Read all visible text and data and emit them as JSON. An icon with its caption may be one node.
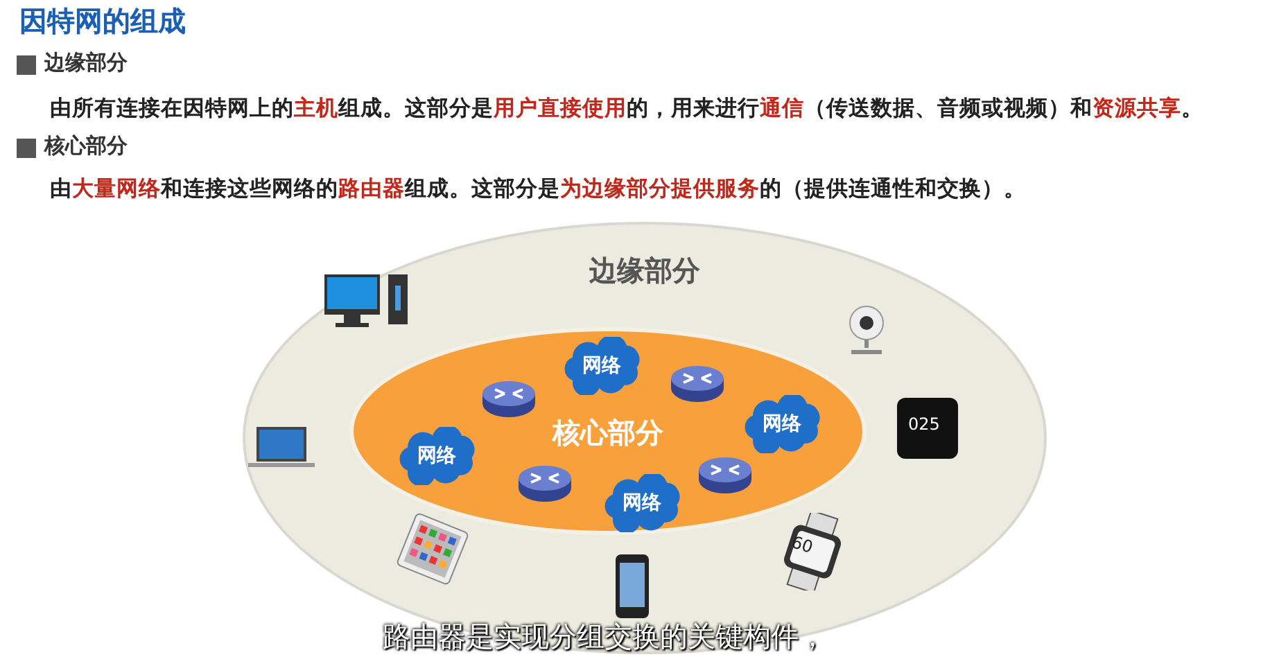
{
  "diagram": {
    "title": "因特网的组成",
    "nodes": [
      {
        "text": [
          "边缘部分"
        ]
      },
      {
        "text": [
          "核心部分"
        ],
        "in": 0
      },
      {
        "text": [
          "网络"
        ],
        "in": 1
      },
      {
        "text": [
          "网络"
        ],
        "in": 1
      },
      {
        "text": [
          "网络"
        ],
        "in": 1
      },
      {
        "text": [
          "网络"
        ],
        "in": 1
      }
    ],
    "labels": [
      "边缘部分",
      "由所有连接在因特网上的**主机**组成。这部分是**用户直接使用**的，用来进行**通信**（传送数据、音频或视频）和**资源共享**。",
      "核心部分",
      "由**大量网络**和连接这些网络的**路由器**组成。这部分是**为边缘部分提供服务**的（提供连通性和交换）。",
      "025",
      "60",
      "路由器是实现分组交换的关键构件，"
    ]
  }
}
